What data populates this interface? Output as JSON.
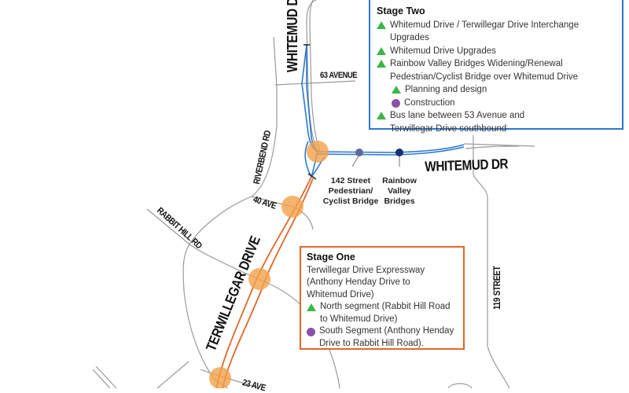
{
  "colors": {
    "stage_one": "#e0672a",
    "stage_two": "#2b78d0",
    "interchange": "#f3a14a",
    "planning_marker": "#3cb54a",
    "construction_marker": "#8e4fa8",
    "bridge_142": "#5d6a9e",
    "bridge_rainbow": "#1a2f6e"
  },
  "roads": {
    "whitemud_vertical": "WHITEMUD DR",
    "whitemud_horizontal": "WHITEMUD DR",
    "ave_63": "63 AVENUE",
    "riverbend": "RIVERBEND RD",
    "ave_40": "40 AVE",
    "rabbit_hill": "RABBIT HILL RD",
    "terwillegar": "TERWILLEGAR DRIVE",
    "street_119": "119 STREET",
    "ave_23": "23 AVE"
  },
  "bridges": {
    "street_142": [
      "142 Street",
      "Pedestrian/",
      "Cyclist Bridge"
    ],
    "rainbow_valley": [
      "Rainbow",
      "Valley",
      "Bridges"
    ]
  },
  "stage_two": {
    "title": "Stage Two",
    "items": [
      {
        "marker": "triangle",
        "text": "Whitemud Drive / Terwillegar Drive Interchange Upgrades"
      },
      {
        "marker": "triangle",
        "text": "Whitemud Drive Upgrades"
      },
      {
        "marker": "triangle",
        "text": "Rainbow Valley Bridges Widening/Renewal"
      },
      {
        "marker": "none",
        "text": "Pedestrian/Cyclist Bridge over Whitemud Drive"
      },
      {
        "marker": "triangle",
        "text": "Planning and design"
      },
      {
        "marker": "circle",
        "text": "Construction"
      },
      {
        "marker": "triangle",
        "text": "Bus lane between 53 Avenue and Terwillegar Drive southbound"
      }
    ]
  },
  "stage_one": {
    "title": "Stage One",
    "description": "Terwillegar Drive Expressway (Anthony Henday Drive to Whitemud Drive)",
    "items": [
      {
        "marker": "triangle",
        "text": "North segment (Rabbit Hill Road to Whitemud Drive)"
      },
      {
        "marker": "circle",
        "text": "South Segment (Anthony Henday Drive to Rabbit Hill Road)."
      }
    ]
  }
}
